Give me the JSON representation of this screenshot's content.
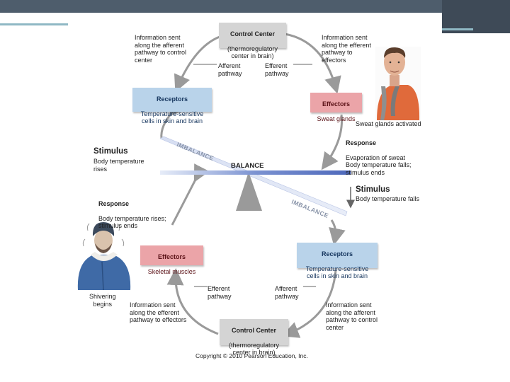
{
  "colors": {
    "slide_bar": "#4e5d6c",
    "accent_line": "#8fb8c4",
    "control_center_box": "#d4d4d4",
    "receptor_box": "#b9d3ea",
    "effector_box": "#eba4a8",
    "cycle_arrow": "#9a9a9a",
    "seesaw_beam": "#6f86c8"
  },
  "top_loop": {
    "control_center": {
      "title": "Control Center",
      "body": "(thermoregulatory\ncenter in brain)"
    },
    "receptors": {
      "title": "Receptors",
      "body": "Temperature-sensitive\ncells in skin and brain"
    },
    "effectors": {
      "title": "Effectors",
      "body": "Sweat glands"
    },
    "info_afferent": "Information sent\nalong the afferent\npathway to control\ncenter",
    "info_efferent": "Information sent\nalong the efferent\npathway to\neffectors",
    "afferent_pathway": "Afferent\npathway",
    "efferent_pathway": "Efferent\npathway",
    "photo_caption": "Sweat glands activated",
    "response_title": "Response",
    "response_body": "Evaporation of sweat\nBody temperature falls;\nstimulus ends",
    "stimulus_title": "Stimulus",
    "stimulus_body": "Body temperature\nrises",
    "photo_icon": "sweating-man-icon"
  },
  "seesaw": {
    "imbalance_top": "IMBALANCE",
    "balance": "BALANCE",
    "imbalance_bottom": "IMBALANCE"
  },
  "bottom_loop": {
    "stimulus_title": "Stimulus",
    "stimulus_body": "Body temperature falls",
    "receptors": {
      "title": "Receptors",
      "body": "Temperature-sensitive\ncells in skin and brain"
    },
    "effectors": {
      "title": "Effectors",
      "body": "Skeletal muscles"
    },
    "control_center": {
      "title": "Control Center",
      "body": "(thermoregulatory\ncenter in brain)"
    },
    "response_title": "Response",
    "response_body": "Body temperature rises;\nstimulus ends",
    "efferent_pathway": "Efferent\npathway",
    "afferent_pathway": "Afferent\npathway",
    "info_efferent": "Information sent\nalong the efferent\npathway to effectors",
    "info_afferent": "Information sent\nalong the afferent\npathway to control\ncenter",
    "photo_caption": "Shivering\nbegins",
    "photo_icon": "shivering-man-icon"
  },
  "copyright": "Copyright © 2010 Pearson Education, Inc."
}
